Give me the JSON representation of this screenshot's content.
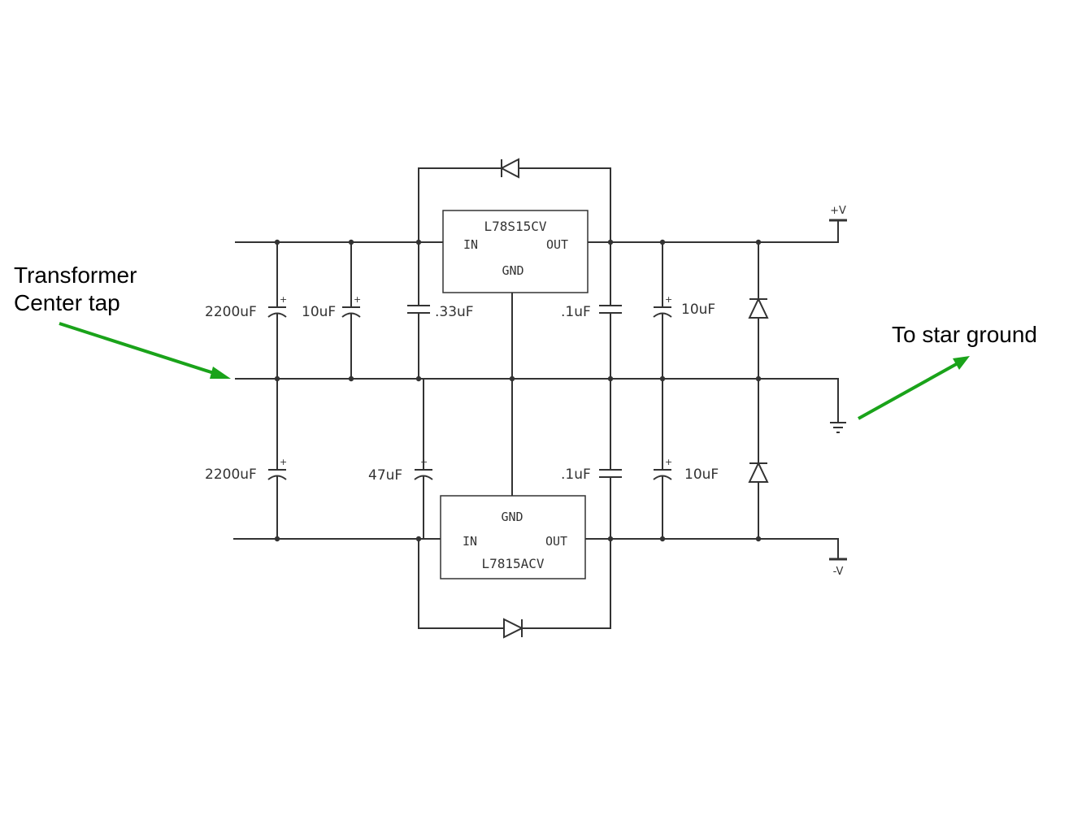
{
  "annotations": {
    "transformer_line1": "Transformer",
    "transformer_line2": "Center tap",
    "star_ground": "To star ground",
    "arrow_color": "#1aa31a"
  },
  "regulators": {
    "positive": {
      "part": "L78S15CV",
      "in": "IN",
      "out": "OUT",
      "gnd": "GND"
    },
    "negative": {
      "part": "L7815ACV",
      "in": "IN",
      "out": "OUT",
      "gnd": "GND"
    }
  },
  "capacitors": {
    "c1": "2200uF",
    "c2": "10uF",
    "c3": ".33uF",
    "c4": ".1uF",
    "c5": "10uF",
    "c6": "2200uF",
    "c7": "47uF",
    "c8": ".1uF",
    "c9": "10uF",
    "polarity_mark": "+"
  },
  "rails": {
    "positive": "+V",
    "negative": "-V"
  }
}
